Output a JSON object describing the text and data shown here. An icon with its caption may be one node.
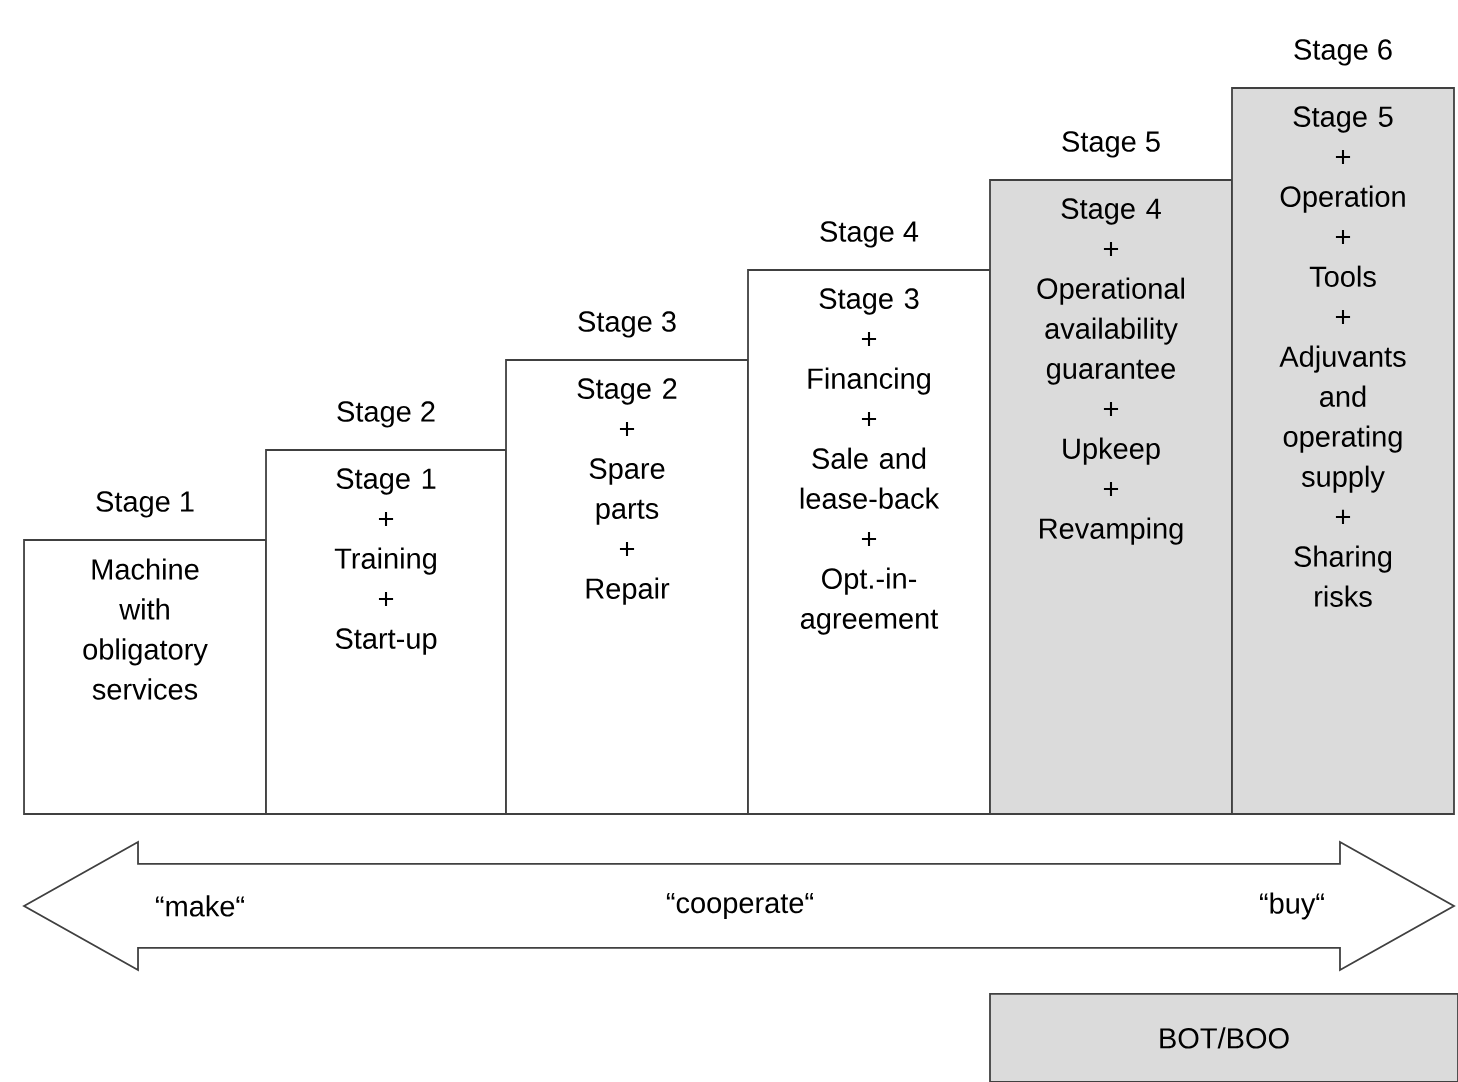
{
  "diagram": {
    "nodes": [
      {
        "text": [
          "Stage 1",
          "Machine with obligatory services"
        ]
      },
      {
        "text": [
          "Stage 2",
          "Stage 1",
          "+",
          "Training",
          "+",
          "Start-up"
        ]
      },
      {
        "text": [
          "Stage 3",
          "Stage 2",
          "+",
          "Spare parts",
          "+",
          "Repair"
        ]
      },
      {
        "text": [
          "Stage 4",
          "Stage 3",
          "+",
          "Financing",
          "+",
          "Sale and lease-back",
          "+",
          "Opt.-in-agreement"
        ]
      },
      {
        "text": [
          "Stage 5",
          "Stage 4",
          "+",
          "Operational availability guarantee",
          "+",
          "Upkeep",
          "+",
          "Revamping"
        ]
      },
      {
        "text": [
          "Stage 6",
          "Stage 5",
          "+",
          "Operation",
          "+",
          "Tools",
          "+",
          "Adjuvants and operating supply",
          "+",
          "Sharing risks"
        ]
      },
      {
        "text": [
          "BOT/BOO"
        ]
      }
    ],
    "labels": [
      "“make“",
      "“cooperate“",
      "“buy“"
    ]
  }
}
